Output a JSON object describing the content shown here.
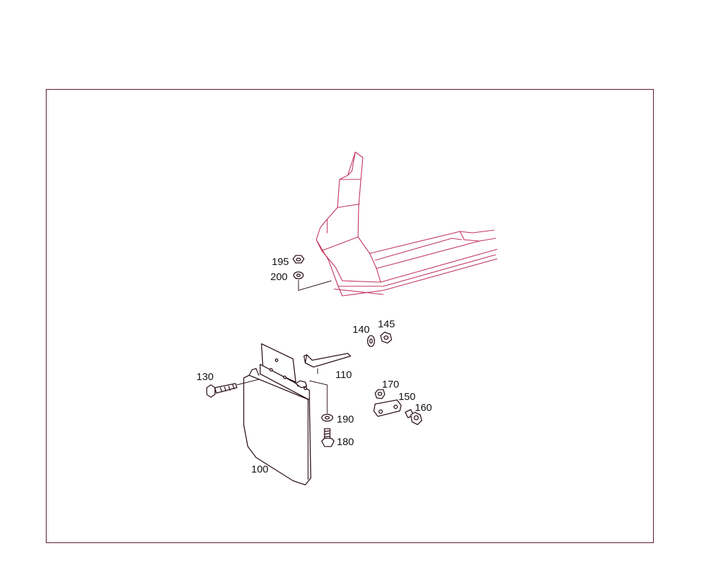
{
  "colors": {
    "frame": "#5a1030",
    "part_outline": "#c0305a",
    "text": "#111111"
  },
  "callouts": {
    "c100": "100",
    "c110": "110",
    "c130": "130",
    "c140": "140",
    "c145": "145",
    "c150": "150",
    "c160": "160",
    "c170": "170",
    "c180": "180",
    "c190": "190",
    "c195": "195",
    "c200": "200"
  }
}
